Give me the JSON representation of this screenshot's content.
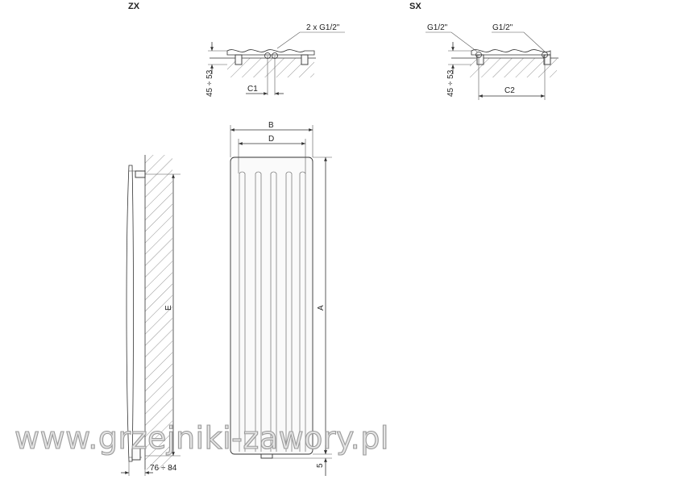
{
  "views": {
    "zx": {
      "title": "ZX",
      "connection_label": "2 x G1/2\"",
      "depth_label": "45 ÷ 53",
      "spacing_label": "C1"
    },
    "sx": {
      "title": "SX",
      "connection_left": "G1/2\"",
      "connection_right": "G1/2\"",
      "depth_label": "45 ÷ 53",
      "spacing_label": "C2"
    }
  },
  "side_view": {
    "height_label": "E",
    "depth_label": "76 ÷ 84"
  },
  "front_view": {
    "width_label": "B",
    "inner_width_label": "D",
    "height_label": "A",
    "bottom_label": "5"
  },
  "watermark": "www.grzejniki-zawory.pl",
  "colors": {
    "line": "#333333",
    "hatch": "#777777",
    "watermark": "#9a9a9a"
  }
}
